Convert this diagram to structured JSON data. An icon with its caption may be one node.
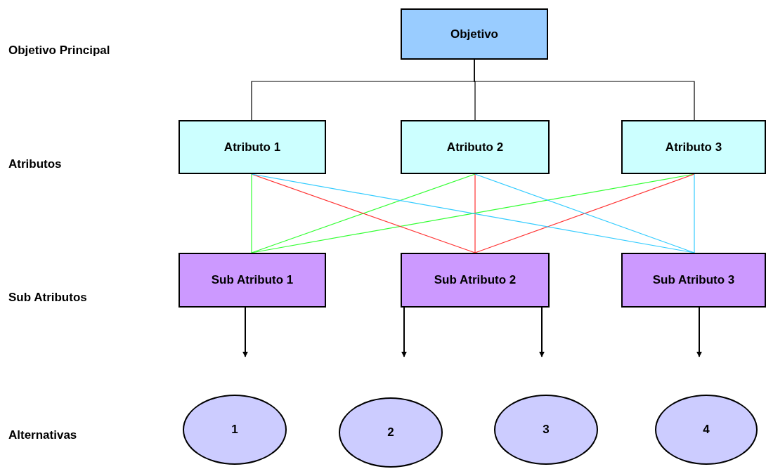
{
  "diagram": {
    "nodes": [
      {
        "text": [
          "Objetivo"
        ]
      },
      {
        "text": [
          "Atributo 1"
        ]
      },
      {
        "text": [
          "Atributo 2"
        ]
      },
      {
        "text": [
          "Atributo 3"
        ]
      },
      {
        "text": [
          "Sub Atributo 1"
        ]
      },
      {
        "text": [
          "Sub Atributo 2"
        ]
      },
      {
        "text": [
          "Sub Atributo 3"
        ]
      },
      {
        "text": [
          "1"
        ]
      },
      {
        "text": [
          "2"
        ]
      },
      {
        "text": [
          "3"
        ]
      },
      {
        "text": [
          "4"
        ]
      }
    ],
    "edges": [
      {
        "from": 0,
        "to": 1,
        "arrow": "none"
      },
      {
        "from": 0,
        "to": 2,
        "arrow": "none"
      },
      {
        "from": 0,
        "to": 3,
        "arrow": "none"
      },
      {
        "from": 1,
        "to": 4,
        "arrow": "none",
        "color": "#33ff33"
      },
      {
        "from": 2,
        "to": 4,
        "arrow": "none",
        "color": "#33ff33"
      },
      {
        "from": 3,
        "to": 4,
        "arrow": "none",
        "color": "#33ff33"
      },
      {
        "from": 1,
        "to": 5,
        "arrow": "none",
        "color": "#ff3333"
      },
      {
        "from": 2,
        "to": 5,
        "arrow": "none",
        "color": "#ff3333"
      },
      {
        "from": 3,
        "to": 5,
        "arrow": "none",
        "color": "#ff3333"
      },
      {
        "from": 1,
        "to": 6,
        "arrow": "none",
        "color": "#33ccff"
      },
      {
        "from": 2,
        "to": 6,
        "arrow": "none",
        "color": "#33ccff"
      },
      {
        "from": 3,
        "to": 6,
        "arrow": "none",
        "color": "#33ccff"
      },
      {
        "from": 4,
        "to": null,
        "arrow": "to"
      },
      {
        "from": 5,
        "to": null,
        "arrow": "to"
      },
      {
        "from": 5,
        "to": null,
        "arrow": "to"
      },
      {
        "from": 6,
        "to": null,
        "arrow": "to"
      }
    ],
    "labels": [
      "Objetivo Principal",
      "Atributos",
      "Sub Atributos",
      "Alternativas"
    ]
  }
}
